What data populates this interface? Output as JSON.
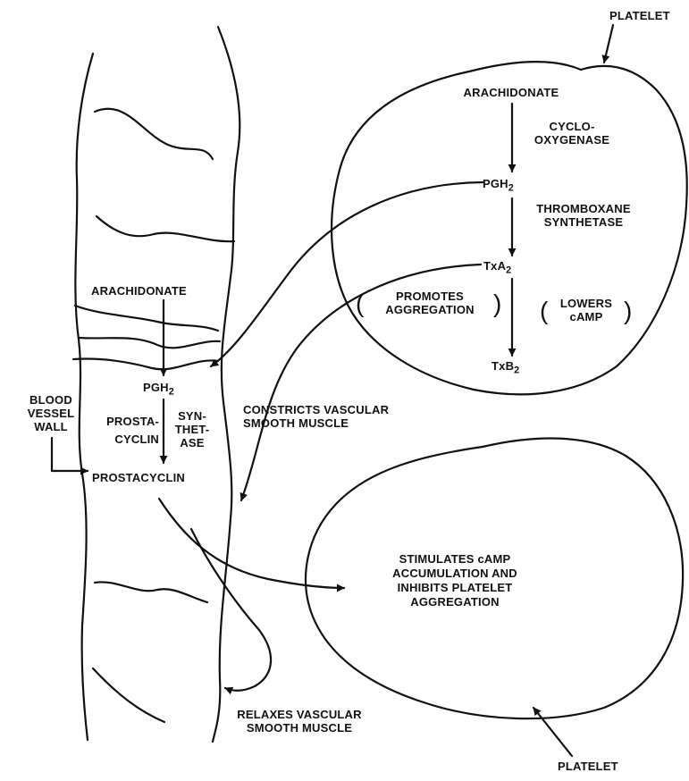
{
  "platelet_top": {
    "label": "PLATELET",
    "arachidonate": "ARACHIDONATE",
    "enzyme1_line1": "CYCLO-",
    "enzyme1_line2": "OXYGENASE",
    "pgh2": "PGH",
    "pgh2_sub": "2",
    "enzyme2_line1": "THROMBOXANE",
    "enzyme2_line2": "SYNTHETASE",
    "txa2": "TxA",
    "txa2_sub": "2",
    "promotes_line1": "PROMOTES",
    "promotes_line2": "AGGREGATION",
    "lowers_line1": "LOWERS",
    "lowers_line2": "cAMP",
    "txb2": "TxB",
    "txb2_sub": "2"
  },
  "vessel": {
    "arachidonate": "ARACHIDONATE",
    "pgh2": "PGH",
    "pgh2_sub": "2",
    "enzyme_left_line1": "PROSTA-",
    "enzyme_left_line2": "CYCLIN",
    "enzyme_right_line1": "SYN-",
    "enzyme_right_line2": "THET-",
    "enzyme_right_line3": "ASE",
    "prostacyclin": "PROSTACYCLIN",
    "wall_label_line1": "BLOOD",
    "wall_label_line2": "VESSEL",
    "wall_label_line3": "WALL"
  },
  "effects": {
    "constricts_line1": "CONSTRICTS VASCULAR",
    "constricts_line2": "SMOOTH MUSCLE",
    "relaxes_line1": "RELAXES VASCULAR",
    "relaxes_line2": "SMOOTH MUSCLE"
  },
  "platelet_bottom": {
    "label": "PLATELET",
    "effect_line1": "STIMULATES cAMP",
    "effect_line2": "ACCUMULATION AND",
    "effect_line3": "INHIBITS PLATELET",
    "effect_line4": "AGGREGATION"
  },
  "colors": {
    "ink": "#111111",
    "background": "#ffffff"
  }
}
